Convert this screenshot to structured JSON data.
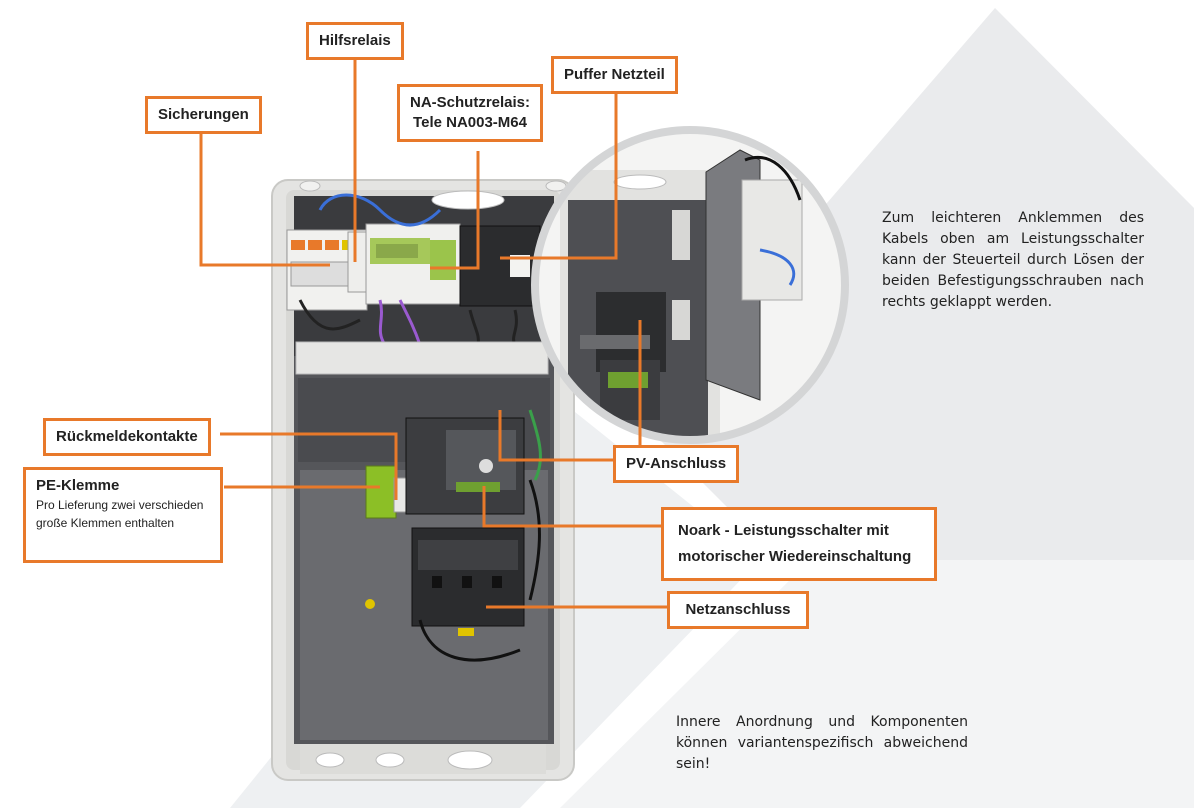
{
  "labels": {
    "hilfsrelais": "Hilfsrelais",
    "sicherungen": "Sicherungen",
    "na_line1": "NA-Schutzrelais:",
    "na_line2": "Tele NA003-M64",
    "puffer": "Puffer Netzteil",
    "rueckmelde": "Rückmeldekontakte",
    "pe_title": "PE-Klemme",
    "pe_sub1": "Pro Lieferung zwei verschieden",
    "pe_sub2": "große Klemmen enthalten",
    "pv": "PV-Anschluss",
    "noark1": "Noark - Leistungsschalter mit",
    "noark2": "motorischer Wiedereinschaltung",
    "netz": "Netzanschluss"
  },
  "note_top": [
    "Zum leichteren Anklemmen des",
    "Kabels oben am Leistungsschalter",
    "kann der Steuerteil durch Lösen der",
    "beiden Befestigungsschrauben nach",
    "rechts geklappt werden."
  ],
  "note_bottom": [
    "Innere Anordnung und Komponenten",
    "können variantenspezifisch abweichend",
    "sein!"
  ],
  "colors": {
    "accent": "#e8792a",
    "enclosure": "#e4e4e2",
    "panel": "#55565a"
  }
}
